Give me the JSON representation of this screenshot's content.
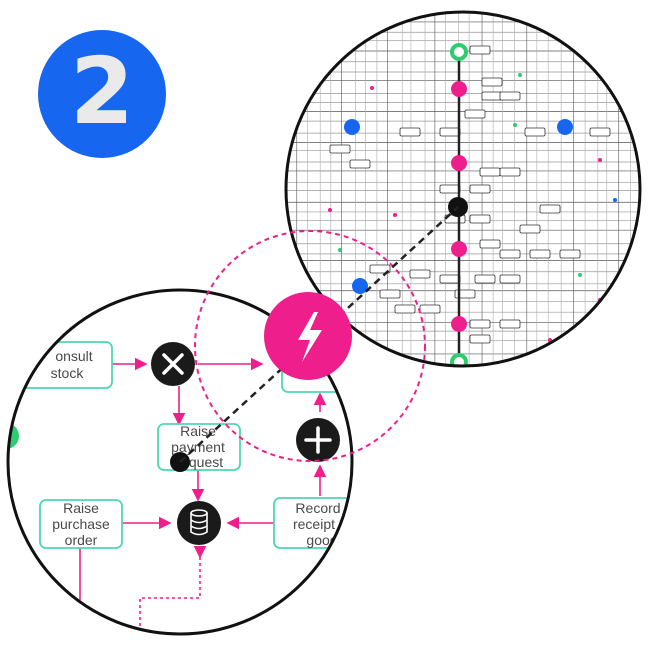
{
  "step_number": "2",
  "colors": {
    "badge": "#1766f0",
    "accent_magenta": "#ee1f8c",
    "task_border": "#4fd6b4",
    "node_dark": "#1a1a1a",
    "event_blue": "#1766f0",
    "start_green": "#2ecc71"
  },
  "zoomed_process": {
    "tasks": {
      "consult_stock": [
        "onsult",
        "stock"
      ],
      "raise_payment_request": [
        "Raise",
        "payment",
        "quest"
      ],
      "raise_purchase_order": [
        "Raise",
        "purchase",
        "order"
      ],
      "record_receipt_goods": [
        "Record",
        "receipt",
        "good"
      ]
    },
    "gateways": [
      "exclusive-gateway",
      "parallel-gateway"
    ],
    "data_store": "database-icon",
    "highlight_event": "lightning-icon"
  },
  "overview_process": {
    "description_icons": [
      "start-event",
      "end-event",
      "intermediate-events",
      "gateway-node"
    ]
  }
}
